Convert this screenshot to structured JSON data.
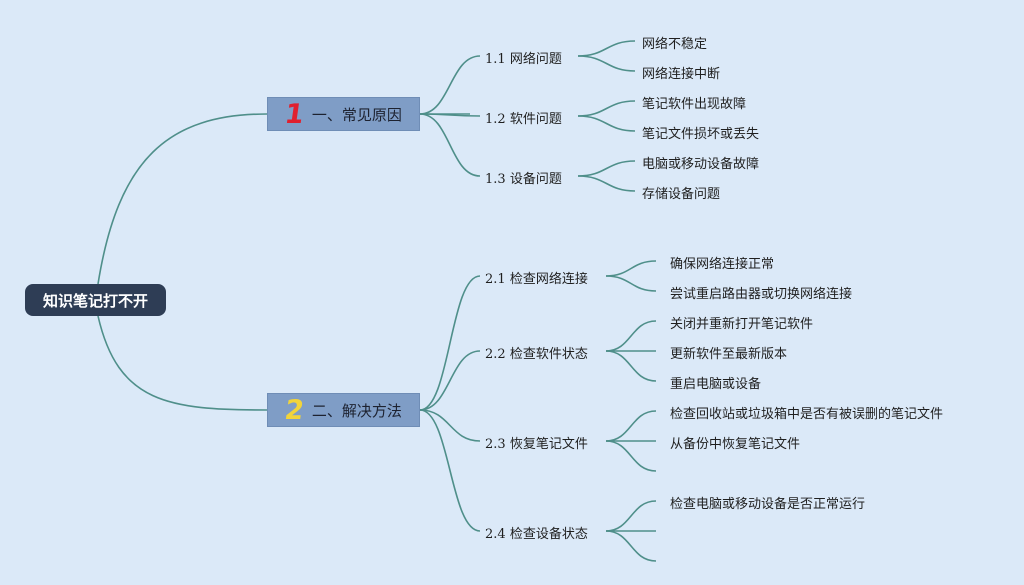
{
  "root": {
    "label": "知识笔记打不开"
  },
  "sections": [
    {
      "num": "1",
      "num_color": "#e0202e",
      "label": "一、常见原因",
      "items": [
        {
          "num": "1.1",
          "label": "网络问题",
          "leaves": [
            "网络不稳定",
            "网络连接中断"
          ]
        },
        {
          "num": "1.2",
          "label": "软件问题",
          "leaves": [
            "笔记软件出现故障",
            "笔记文件损坏或丢失"
          ]
        },
        {
          "num": "1.3",
          "label": "设备问题",
          "leaves": [
            "电脑或移动设备故障",
            "存储设备问题"
          ]
        }
      ]
    },
    {
      "num": "2",
      "num_color": "#f2d43a",
      "label": "二、解决方法",
      "items": [
        {
          "num": "2.1",
          "label": "检查网络连接",
          "leaves": [
            "确保网络连接正常",
            "尝试重启路由器或切换网络连接"
          ]
        },
        {
          "num": "2.2",
          "label": "检查软件状态",
          "leaves": [
            "关闭并重新打开笔记软件",
            "更新软件至最新版本",
            "重启电脑或设备"
          ]
        },
        {
          "num": "2.3",
          "label": "恢复笔记文件",
          "leaves": [
            "检查回收站或垃圾箱中是否有被误删的笔记文件",
            "从备份中恢复笔记文件",
            ""
          ]
        },
        {
          "num": "2.4",
          "label": "检查设备状态",
          "leaves": [
            "检查电脑或移动设备是否正常运行",
            "",
            ""
          ]
        }
      ]
    }
  ],
  "line_color": "#4f8f8a"
}
